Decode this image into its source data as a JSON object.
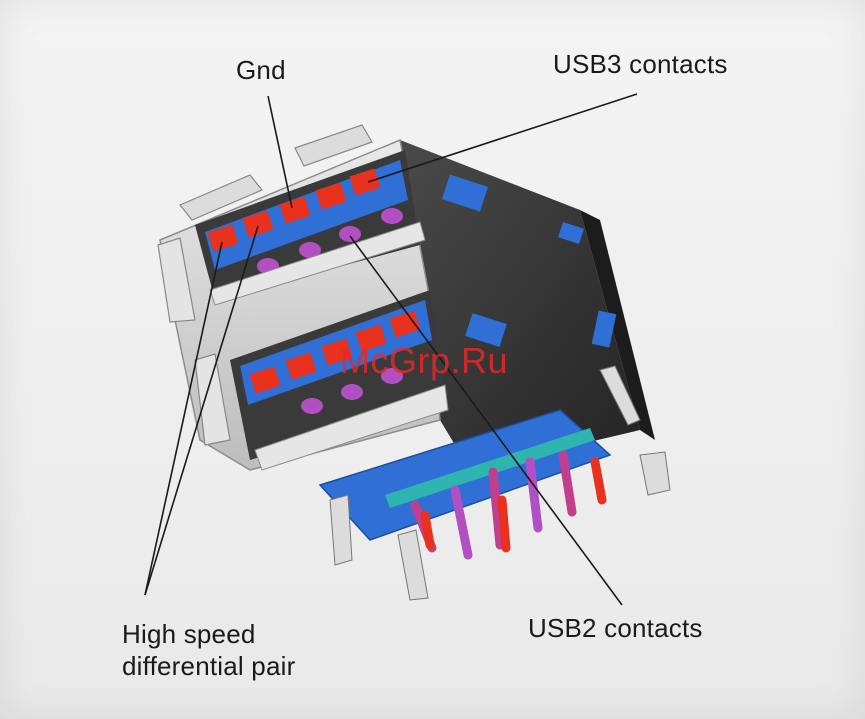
{
  "labels": {
    "gnd": "Gnd",
    "usb3_contacts": "USB3 contacts",
    "usb2_contacts": "USB2 contacts",
    "high_speed_line1": "High speed",
    "high_speed_line2": "differential pair"
  },
  "watermark": "McGrp.Ru",
  "colors": {
    "background": "#f1f1f1",
    "housing_dark": "#2b2b2b",
    "housing_light": "#d8d8d8",
    "usb3_contact": "#e8321e",
    "usb2_contact": "#b24fc2",
    "insulator_blue": "#2f6fd6",
    "pin_teal": "#2fb5b0",
    "pin_magenta": "#c23f8e",
    "watermark": "#e62828"
  }
}
